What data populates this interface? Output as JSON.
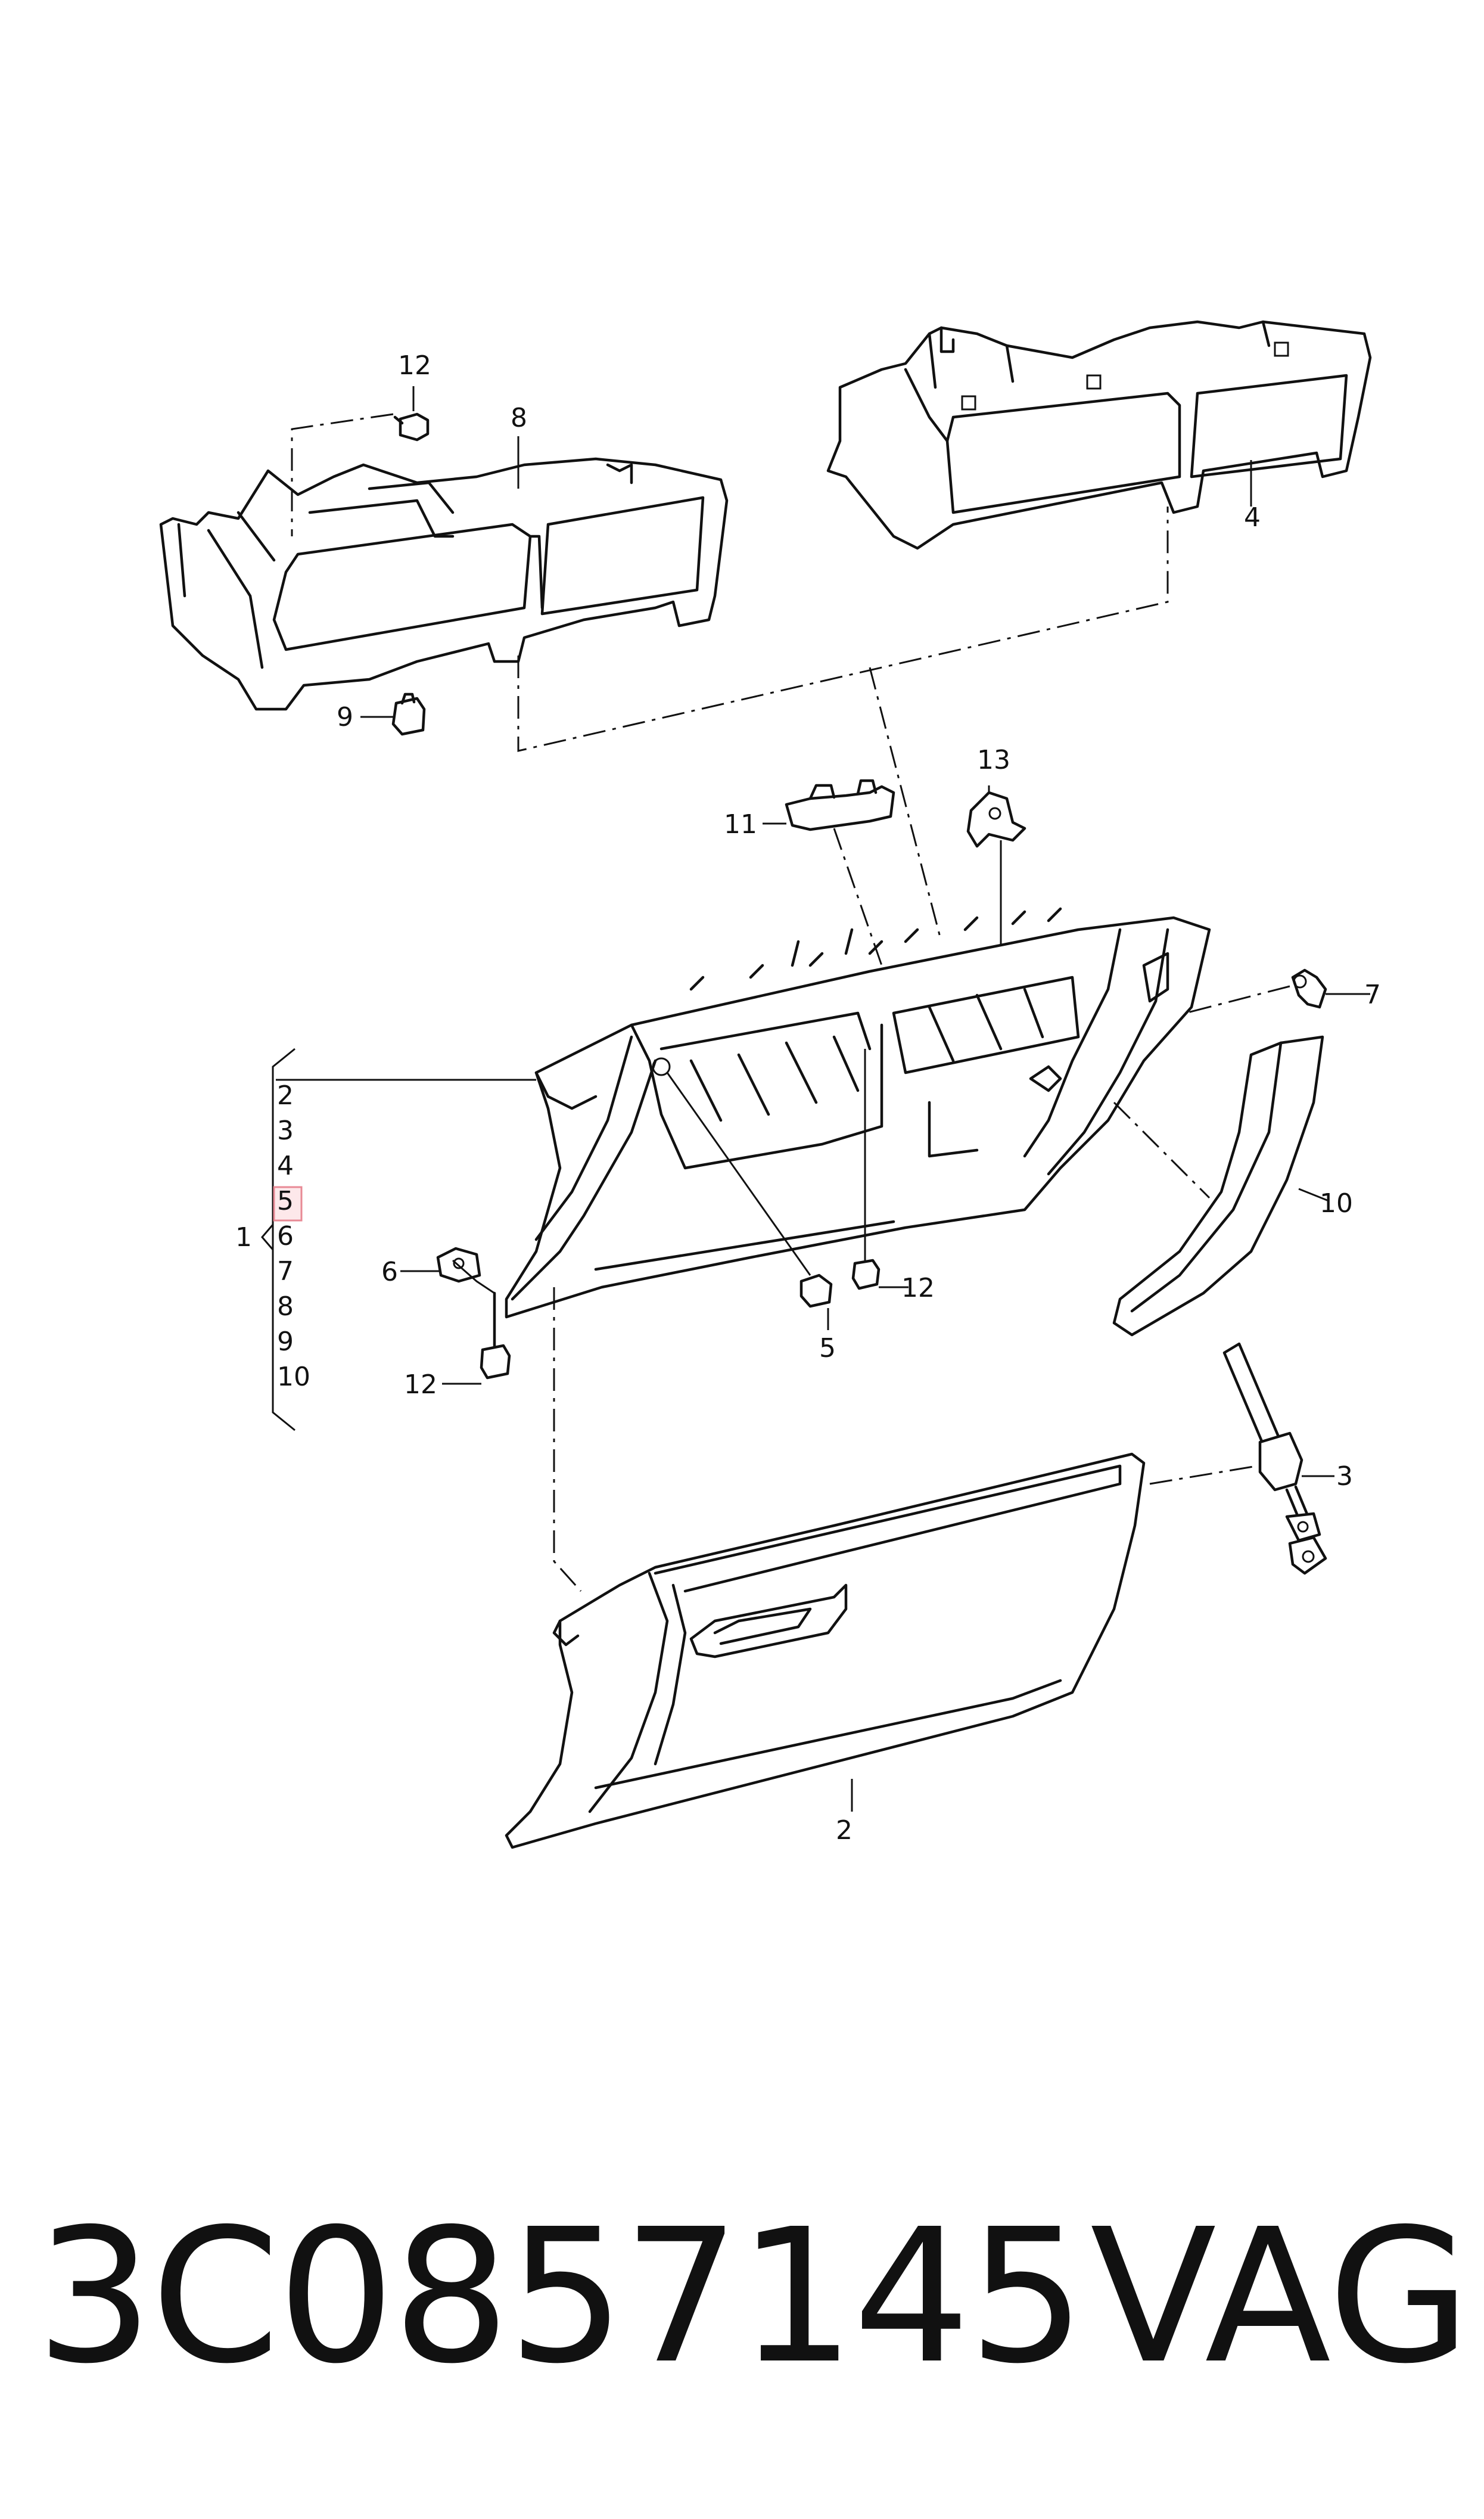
{
  "callouts": {
    "c12_top": "12",
    "c8": "8",
    "c4": "4",
    "c9": "9",
    "c13": "13",
    "c11": "11",
    "c7": "7",
    "c10": "10",
    "c6": "6",
    "c12_left": "12",
    "c5": "5",
    "c12_mid": "12",
    "c3": "3",
    "c2": "2"
  },
  "legend": {
    "group_label": "1",
    "items": [
      "2",
      "3",
      "4",
      "5",
      "6",
      "7",
      "8",
      "9",
      "10"
    ],
    "highlighted": "5"
  },
  "footer": {
    "part_number": "3C0857145",
    "brand": "VAG"
  },
  "colors": {
    "line": "#111111",
    "highlight_fill": "#fde8ea",
    "highlight_border": "#e88a95"
  }
}
